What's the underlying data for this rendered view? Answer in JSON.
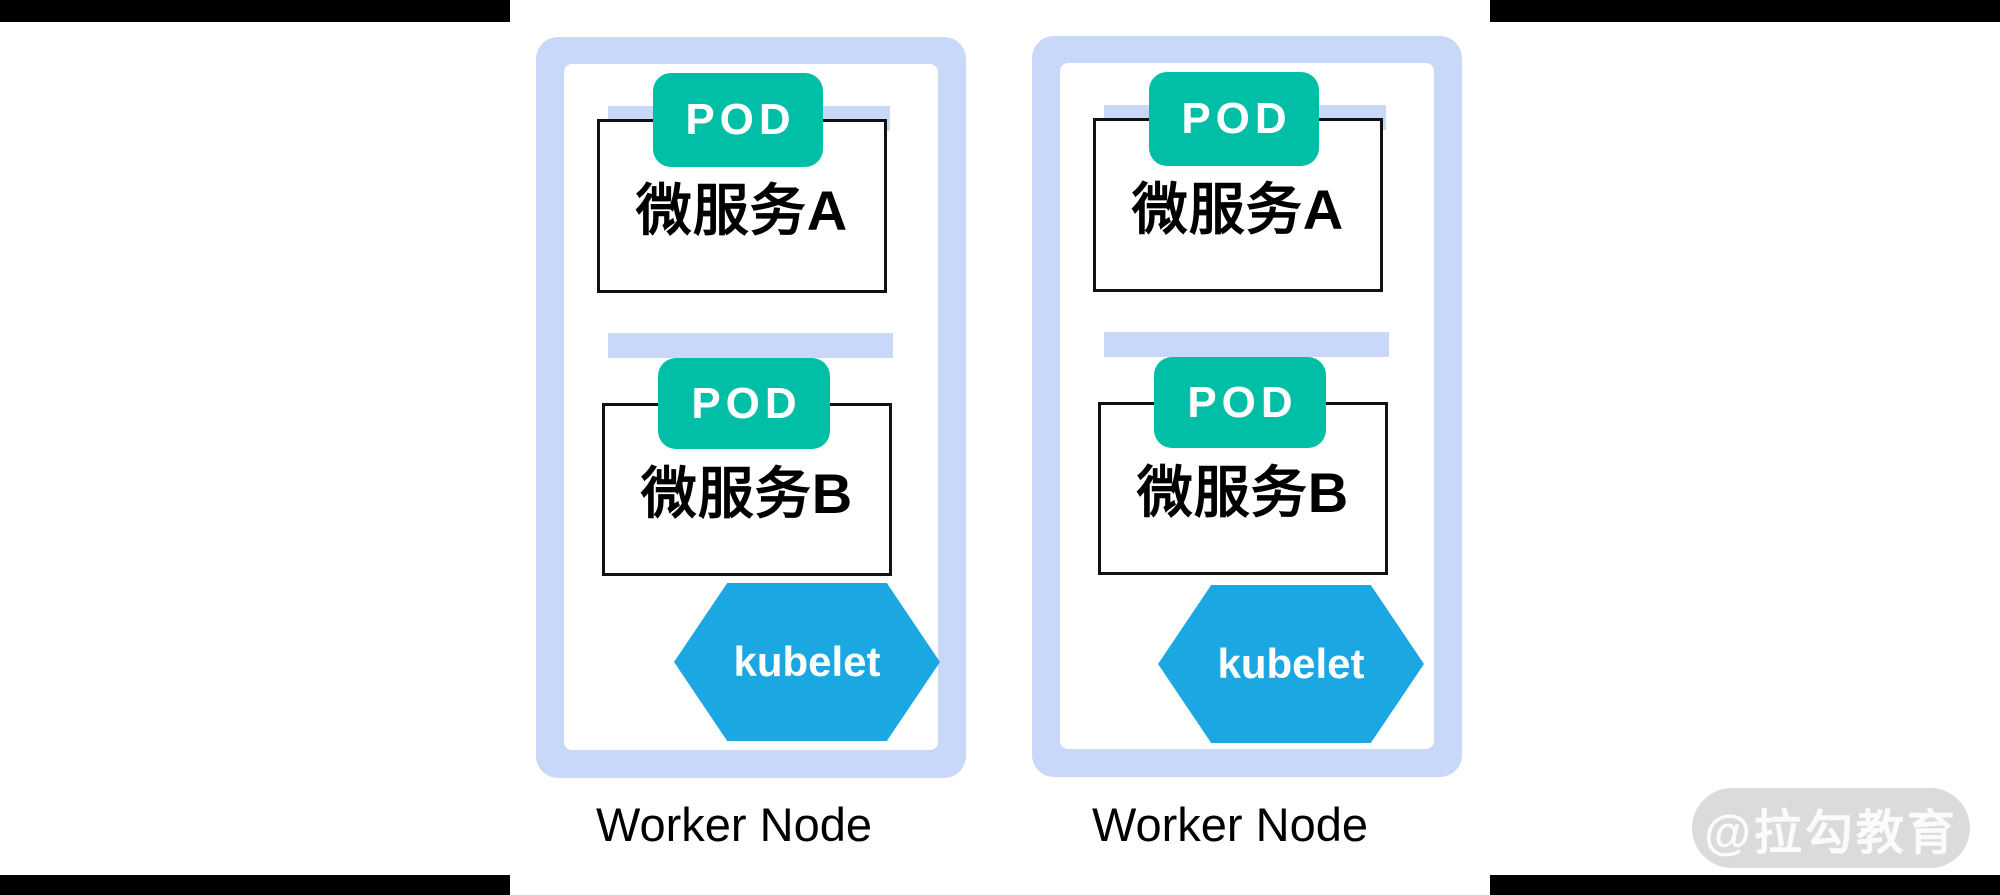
{
  "colors": {
    "letterbox": "#000000",
    "canvas_bg": "#ffffff",
    "node_frame": "#c9d8f8",
    "backdrop_bar": "#c9d8f8",
    "pod_badge": "#00bfa6",
    "hexagon": "#1ba8e2",
    "box_border": "#111111",
    "text_dark": "#000000",
    "watermark_bg": "#dbdbdb"
  },
  "nodes": [
    {
      "label": "Worker Node",
      "pods": [
        {
          "badge": "POD",
          "service": "微服务A"
        },
        {
          "badge": "POD",
          "service": "微服务B"
        }
      ],
      "agent": "kubelet"
    },
    {
      "label": "Worker Node",
      "pods": [
        {
          "badge": "POD",
          "service": "微服务A"
        },
        {
          "badge": "POD",
          "service": "微服务B"
        }
      ],
      "agent": "kubelet"
    }
  ],
  "watermark": {
    "text": "@拉勾教育"
  }
}
